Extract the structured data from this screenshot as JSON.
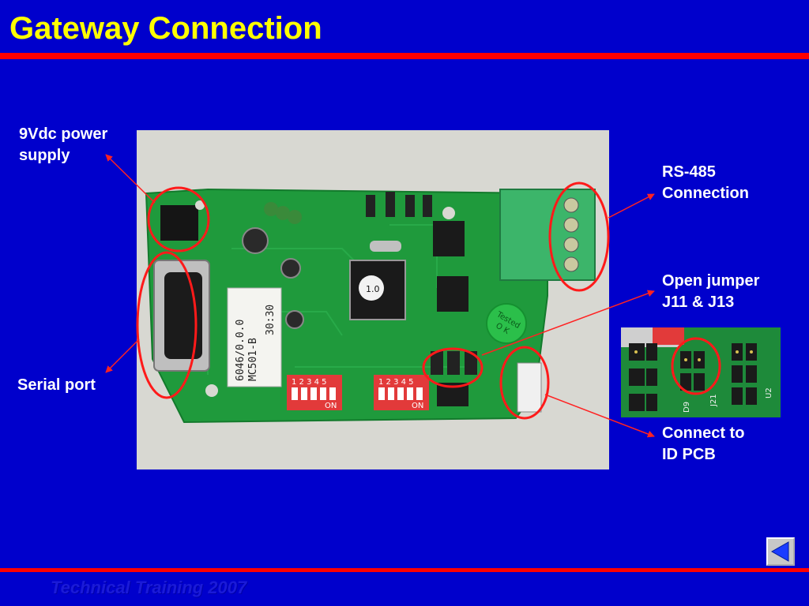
{
  "slide": {
    "title": "Gateway Connection",
    "footer": "Technical Training 2007"
  },
  "callouts": {
    "power": "9Vdc power\nsupply",
    "serial": "Serial port",
    "rs485": "RS-485\nConnection",
    "jumper": "Open jumper\nJ11 & J13",
    "idpcb": "Connect to\nID PCB"
  },
  "board": {
    "sticker_line1": "6046/0.0.0",
    "sticker_line2": "MC501-B",
    "sticker_line3": "30:30",
    "chip_label": "1.0",
    "badge": "Tested\nO K",
    "dip_on": "ON",
    "dip_numbers": "1 2 3 4 5"
  },
  "nav": {
    "back_icon": "back-triangle-icon"
  },
  "colors": {
    "background": "#0000cc",
    "title": "#ffff00",
    "rule": "#ff0000",
    "pcb": "#1f9a3c",
    "circle": "#ff0000"
  }
}
